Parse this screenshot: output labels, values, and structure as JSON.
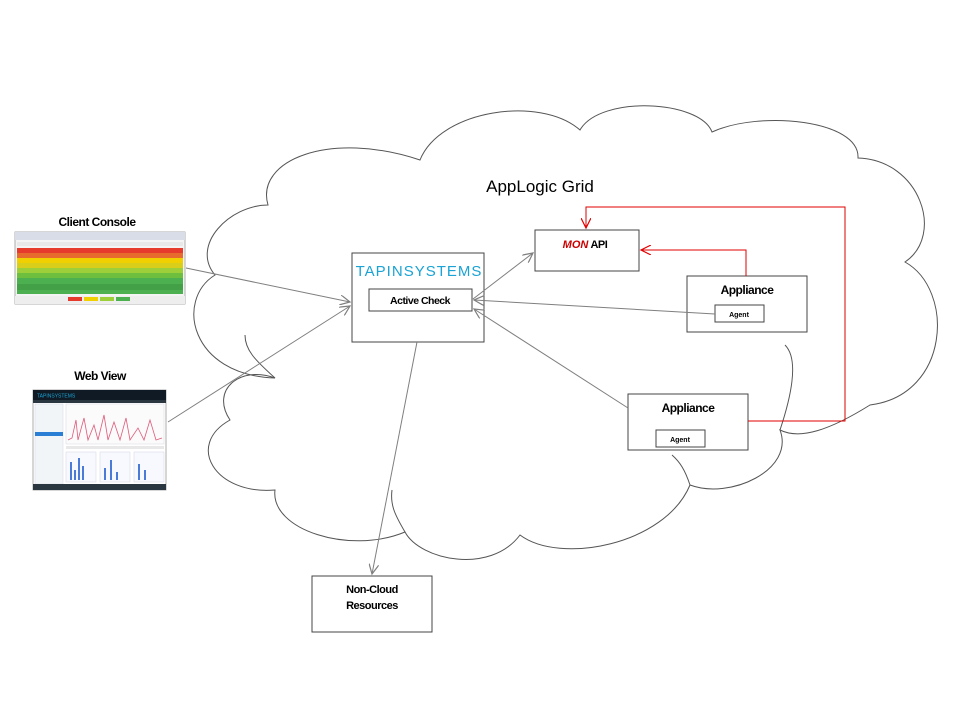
{
  "cloud": {
    "title": "AppLogic Grid"
  },
  "client_console": {
    "label": "Client Console"
  },
  "web_view": {
    "label": "Web View",
    "logo_text": "TAPINSYSTEMS"
  },
  "tapin": {
    "logo_part1": "TAPIN",
    "logo_part2": "SYSTEMS",
    "active_check": "Active Check"
  },
  "mon_api": {
    "brand": "MON",
    "label": " API"
  },
  "appliance_1": {
    "title": "Appliance",
    "agent": "Agent"
  },
  "appliance_2": {
    "title": "Appliance",
    "agent": "Agent"
  },
  "non_cloud": {
    "line1": "Non-Cloud",
    "line2": "Resources"
  },
  "colors": {
    "arrow_gray": "#7f7f7f",
    "arrow_red": "#e00000",
    "tapin_blue": "#1aa3d4",
    "mon_red": "#cc0000",
    "green_bar": "#4caf50",
    "yellow_bar": "#f0d000",
    "red_bar": "#e53a2c"
  }
}
